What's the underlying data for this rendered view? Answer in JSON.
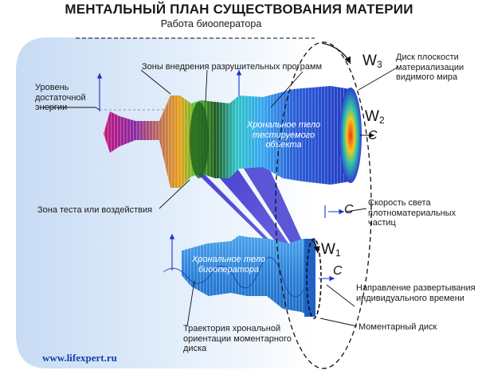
{
  "title": "МЕНТАЛЬНЫЙ ПЛАН СУЩЕСТВОВАНИЯ МАТЕРИИ",
  "subtitle": "Работа биооператора",
  "labels": {
    "energy_level_1": "Уровень",
    "energy_level_2": "достаточной",
    "energy_level_3": "энергии",
    "destructive_zones": "Зоны внедрения разрушительных программ",
    "disk_plane_1": "Диск плоскости",
    "disk_plane_2": "материализации",
    "disk_plane_3": "видимого мира",
    "chronal_tested_1": "Хрональное тело",
    "chronal_tested_2": "тестируемого объекта",
    "test_zone": "Зона теста или воздействия",
    "light_speed_1": "Скорость света",
    "light_speed_2": "плотноматериальных",
    "light_speed_3": "частиц",
    "chronal_operator_1": "Хрональное тело",
    "chronal_operator_2": "биооператора",
    "time_direction_1": "Направление развертывания",
    "time_direction_2": "индивидуального времени",
    "momentary_disk": "Моментарный диск",
    "trajectory_1": "Траектория хрональной",
    "trajectory_2": "ориентации моментарного",
    "trajectory_3": "диска"
  },
  "markers": {
    "w3": "W",
    "w3_sub": "3",
    "w2": "W",
    "w2_sub": "2",
    "w1": "W",
    "w1_sub": "1",
    "c_symbol": "C"
  },
  "url": "www.lifexpert.ru",
  "colors": {
    "background_panel": "#cfe0f6",
    "operator_body": "#2f86dc",
    "beam": "#3b34c8",
    "disk_outline": "#000000",
    "url": "#1540a8"
  }
}
